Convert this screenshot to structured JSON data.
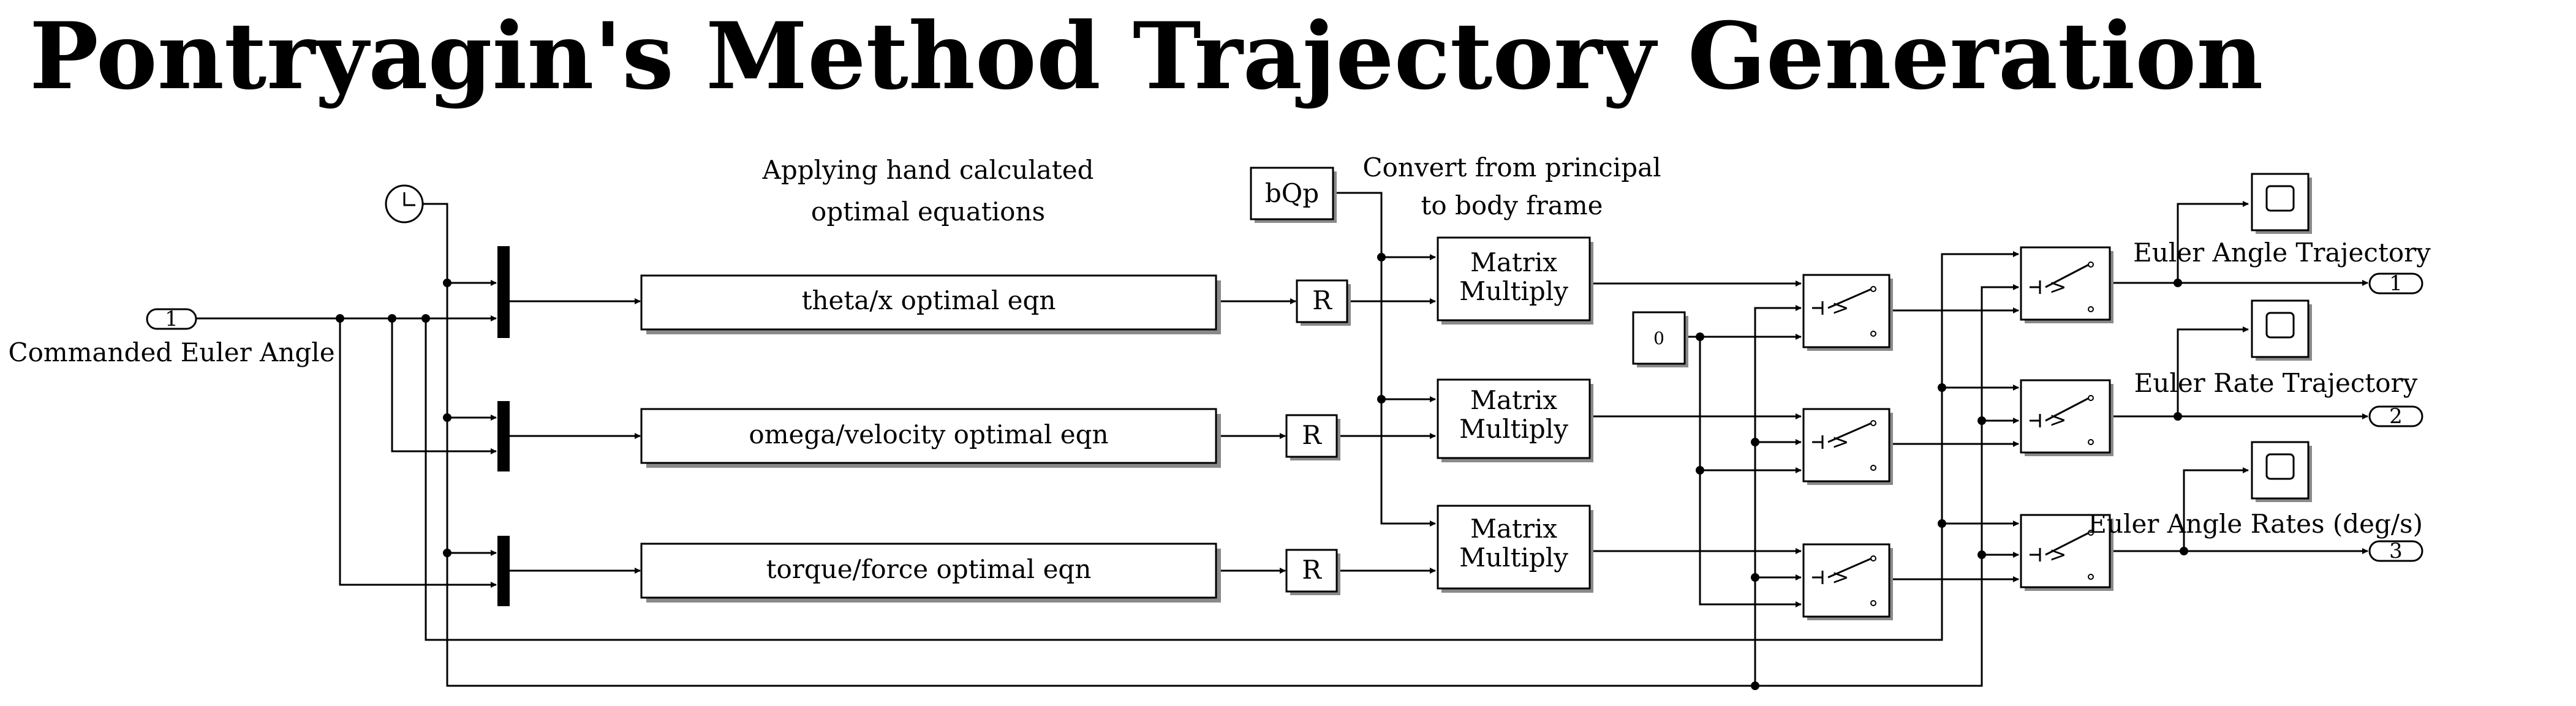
{
  "title": "Pontryagin's Method Trajectory Generation",
  "annotations": {
    "applying": [
      "Applying hand calculated",
      "optimal equations"
    ],
    "convert": [
      "Convert from principal",
      "to body frame"
    ]
  },
  "inport": {
    "number": "1",
    "label": "Commanded Euler Angle"
  },
  "outports": [
    {
      "number": "1",
      "label": "Euler Angle Trajectory"
    },
    {
      "number": "2",
      "label": "Euler Rate Trajectory"
    },
    {
      "number": "3",
      "label": "Euler Angle Rates (deg/s)"
    }
  ],
  "optimal_blocks": [
    "theta/x optimal eqn",
    "omega/velocity optimal eqn",
    "torque/force optimal eqn"
  ],
  "r_label": "R",
  "bqp_label": "bQp",
  "matrix_multiply": [
    "Matrix",
    "Multiply"
  ],
  "constant_value": "0",
  "switch_symbol": ">"
}
